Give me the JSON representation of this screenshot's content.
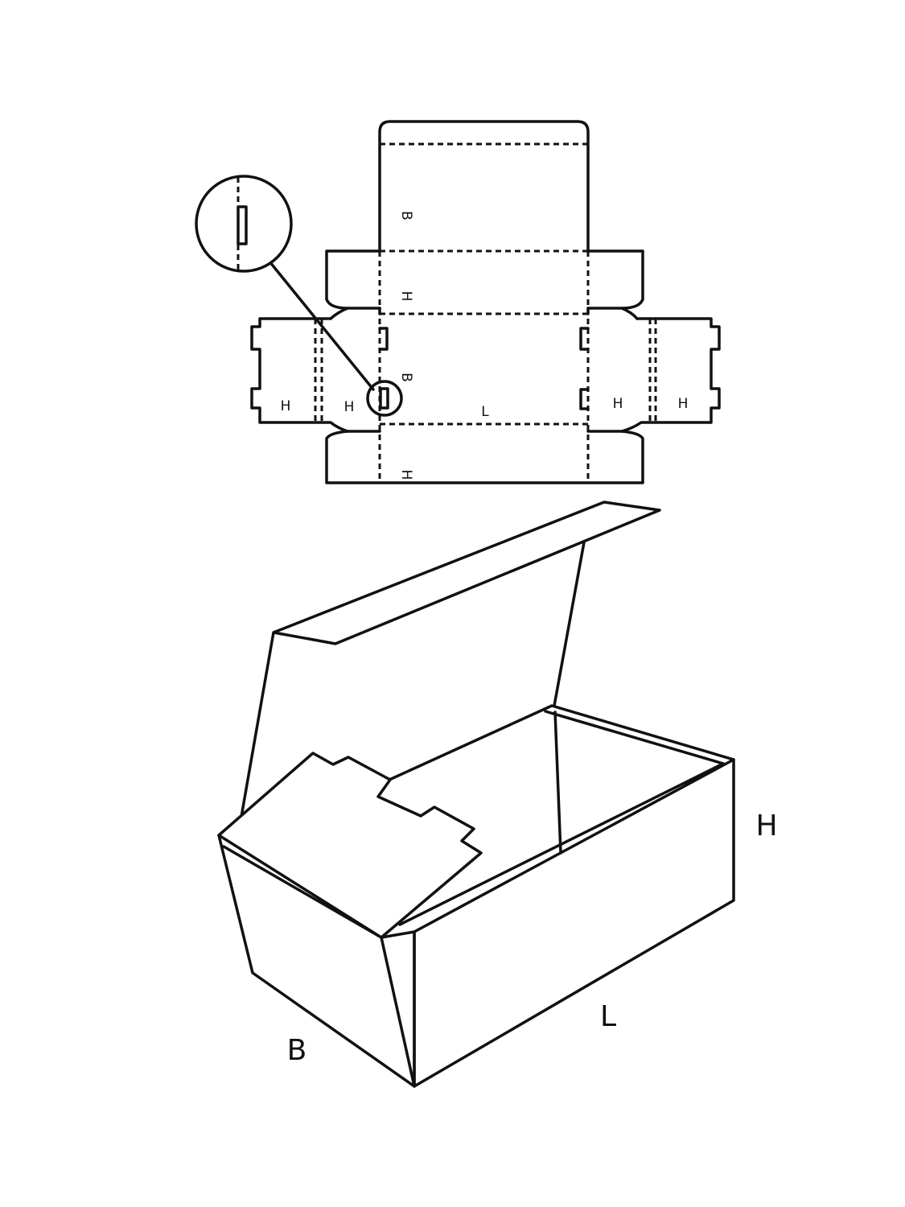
{
  "dieline": {
    "labels": {
      "top_lid": "B",
      "front_tuck": "H",
      "bottom_panel_b": "B",
      "bottom_panel_l": "L",
      "left_outer": "H",
      "left_inner": "H",
      "right_inner": "H",
      "right_outer": "H",
      "bottom_flap": "H"
    }
  },
  "box": {
    "labels": {
      "height": "H",
      "length": "L",
      "breadth": "B"
    }
  }
}
